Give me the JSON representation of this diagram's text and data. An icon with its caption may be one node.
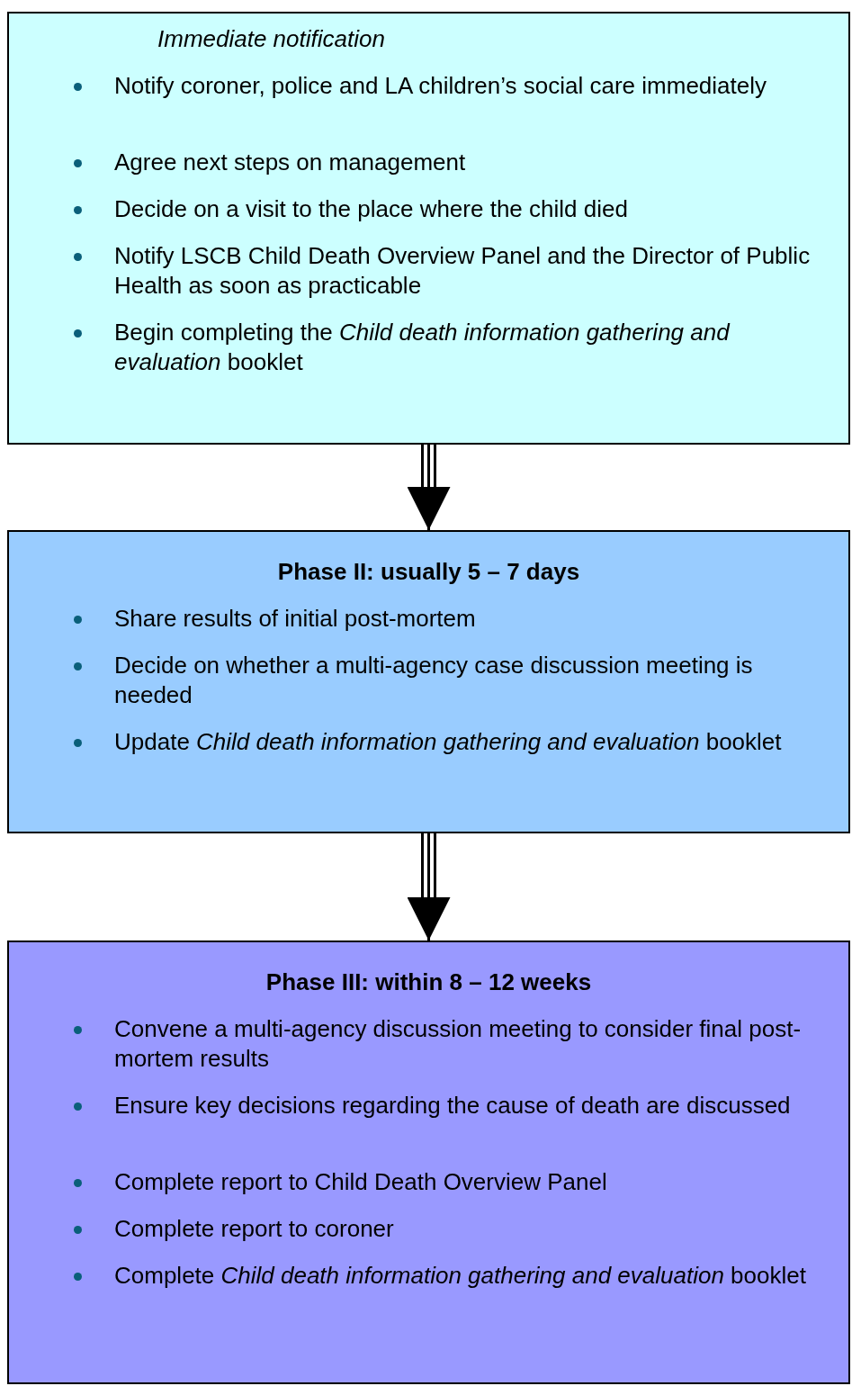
{
  "diagram": {
    "nodes": [
      {
        "text": [
          "Immediate notification",
          "Notify coroner, police and LA children’s social care immediately",
          "Agree next steps on management",
          "Decide on a visit to the place where the child died",
          "Notify LSCB Child Death Overview Panel and the Director of Public Health as soon as practicable",
          "Begin completing the *Child death information gathering and evaluation* booklet"
        ]
      },
      {
        "text": [
          "Phase II: usually 5 – 7 days",
          "Share results of initial post-mortem",
          "Decide on whether a multi-agency case discussion meeting is needed",
          "Update *Child death information gathering and evaluation* booklet"
        ]
      },
      {
        "text": [
          "Phase III: within 8 – 12 weeks",
          "Convene a multi-agency discussion meeting to consider final post-mortem results",
          "Ensure key decisions regarding the cause of death are discussed",
          "Complete report to Child Death Overview Panel",
          "Complete report to coroner",
          "Complete *Child death information gathering and evaluation* booklet"
        ]
      }
    ],
    "edges": [
      {
        "from": 0,
        "to": 1,
        "arrow": "to"
      },
      {
        "from": 1,
        "to": 2,
        "arrow": "to"
      }
    ]
  }
}
